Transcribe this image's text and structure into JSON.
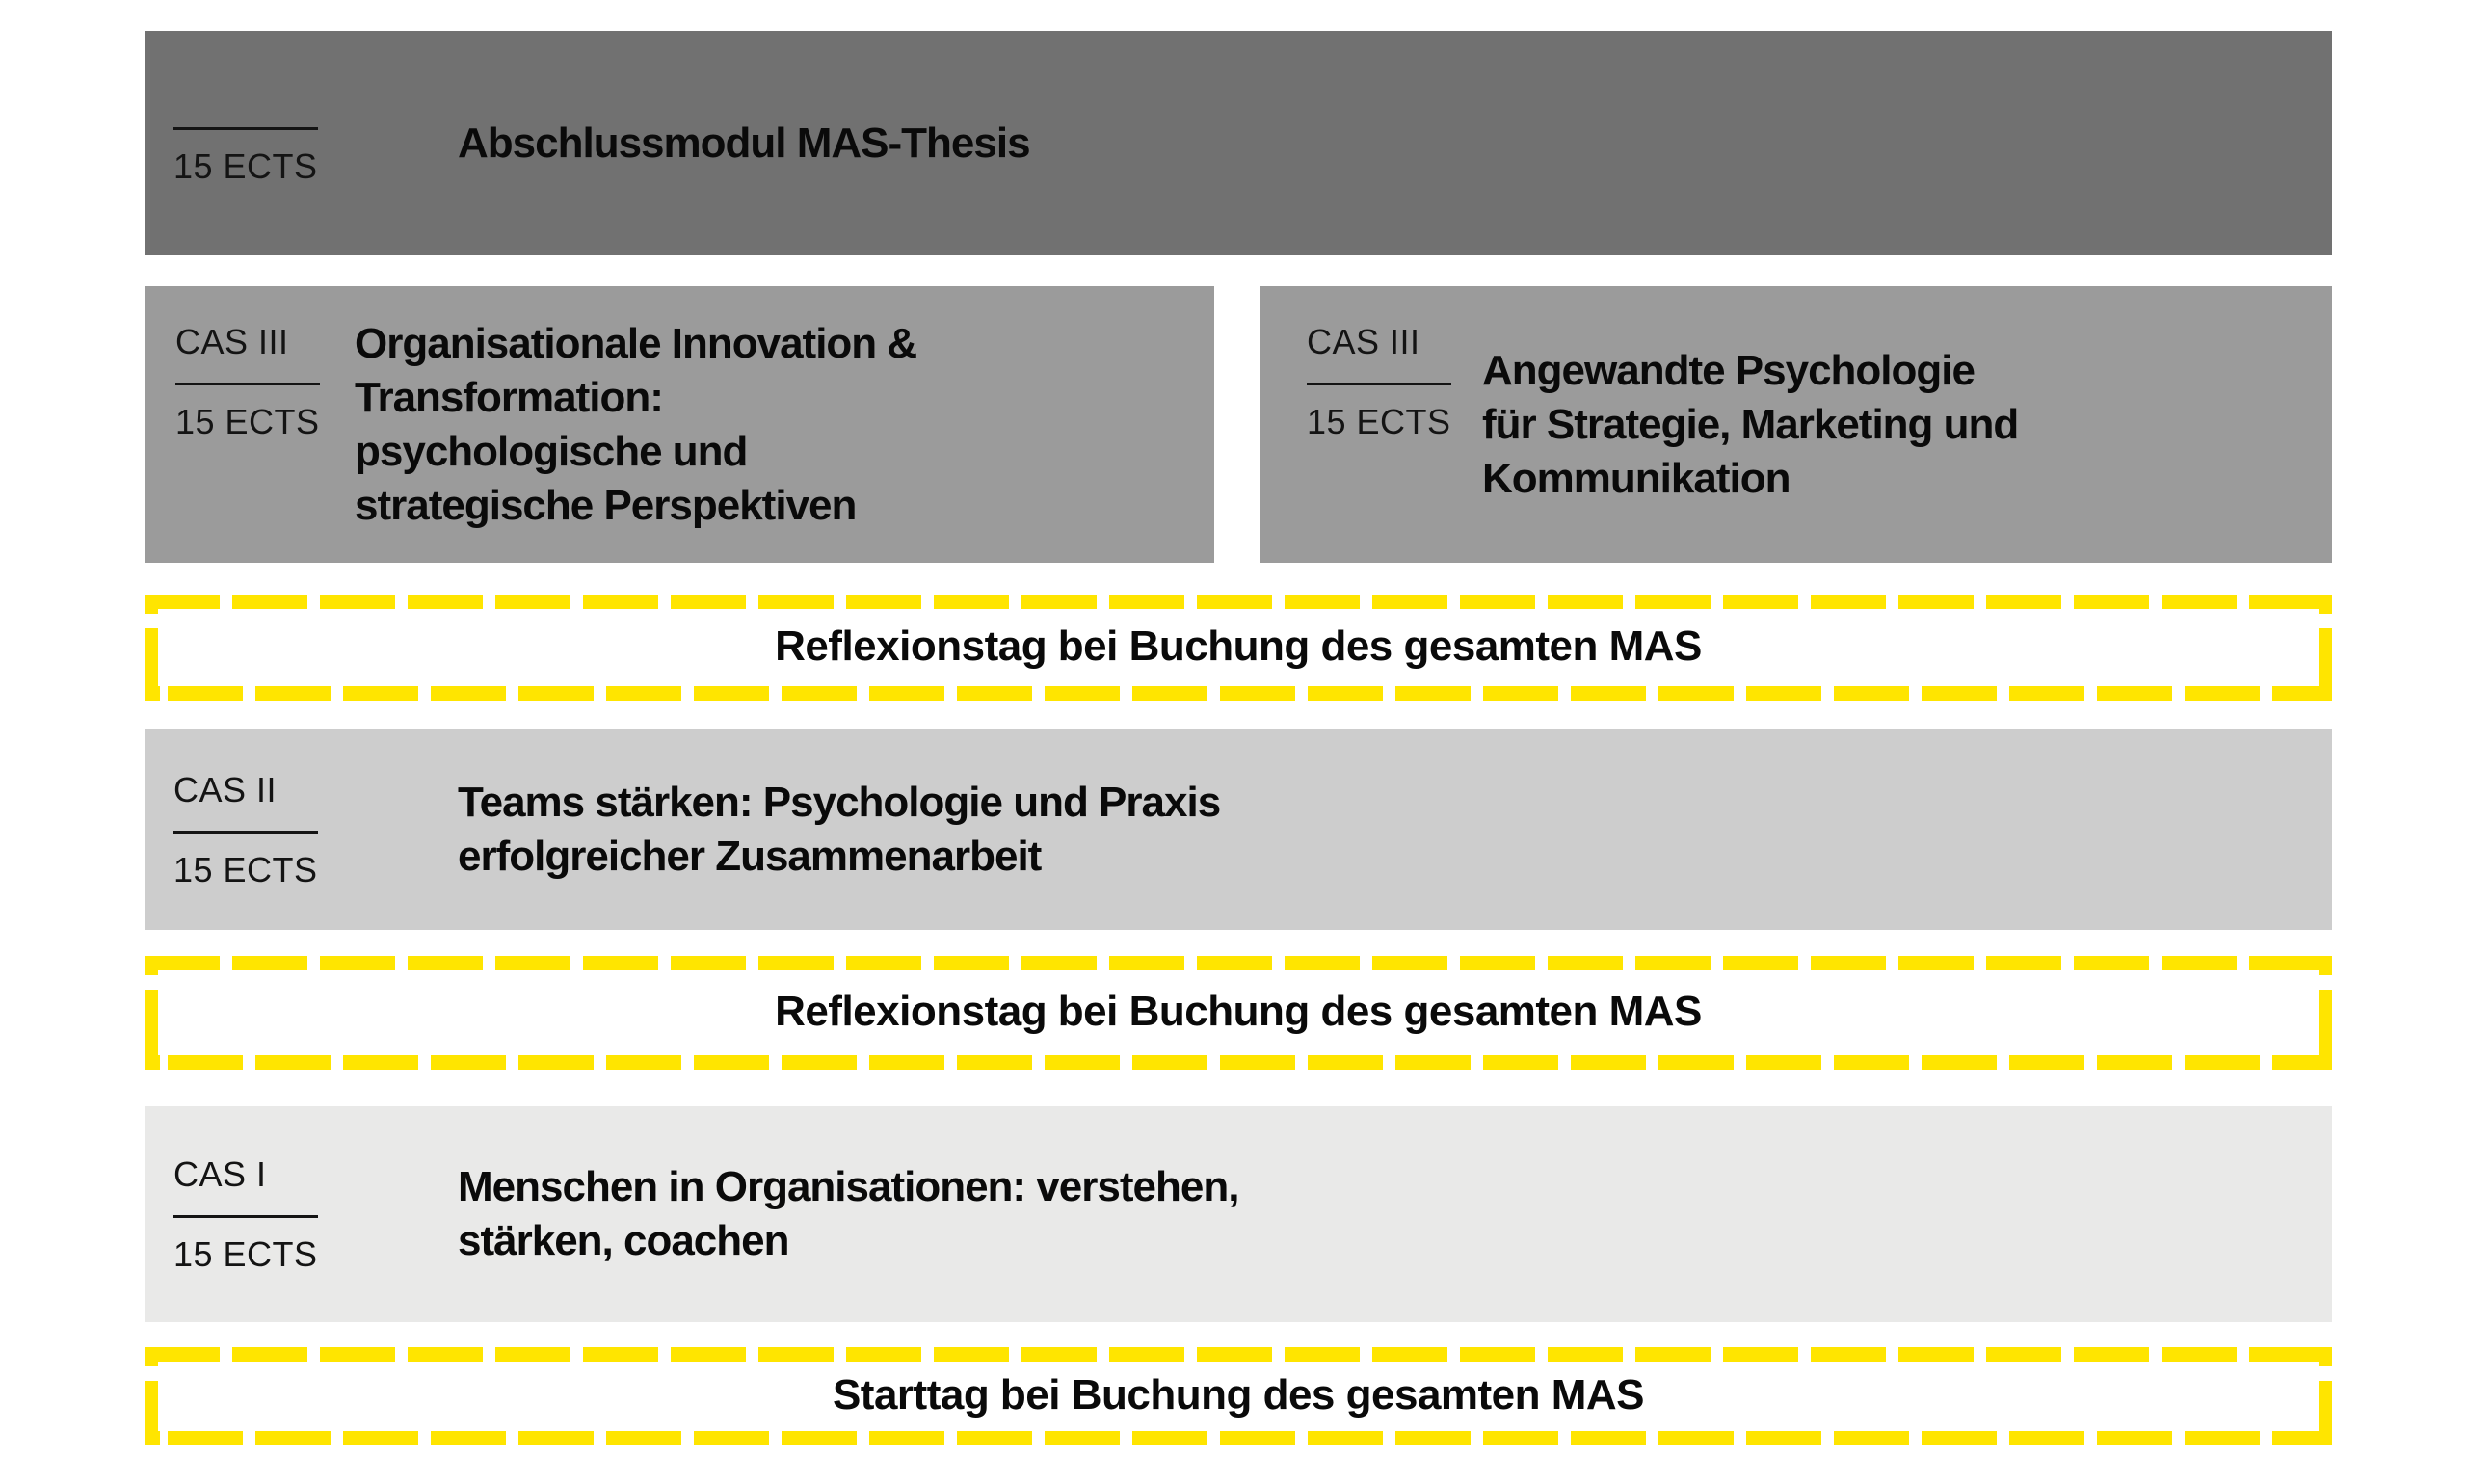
{
  "palette": {
    "module_thesis_bg": "#717171",
    "module_cas3_bg": "#9b9b9b",
    "module_cas2_bg": "#cdcdcd",
    "module_cas1_bg": "#e9e9e8",
    "banner_dash_yellow": "#ffe500",
    "text": "#0a0a0a"
  },
  "modules": [
    {
      "id": "thesis",
      "ects": "15 ECTS",
      "title_lines": [
        "Abschlussmodul MAS-Thesis"
      ]
    },
    {
      "id": "cas-iii-left",
      "cas": "CAS III",
      "ects": "15 ECTS",
      "title_lines": [
        "Organisationale Innovation &",
        "Transformation:",
        "psychologische und",
        "strategische Perspektiven"
      ]
    },
    {
      "id": "cas-iii-right",
      "cas": "CAS III",
      "ects": "15 ECTS",
      "title_lines": [
        "Angewandte Psychologie",
        "für Strategie, Marketing und",
        "Kommunikation"
      ]
    },
    {
      "id": "cas-ii",
      "cas": "CAS II",
      "ects": "15 ECTS",
      "title_lines": [
        "Teams stärken: Psychologie und Praxis",
        "erfolgreicher Zusammenarbeit"
      ]
    },
    {
      "id": "cas-i",
      "cas": "CAS I",
      "ects": "15 ECTS",
      "title_lines": [
        "Menschen in Organisationen: verstehen,",
        "stärken, coachen"
      ]
    }
  ],
  "banners": [
    {
      "id": "reflexionstag-upper",
      "text": "Reflexionstag bei Buchung des gesamten MAS"
    },
    {
      "id": "reflexionstag-lower",
      "text": "Reflexionstag bei Buchung des gesamten MAS"
    },
    {
      "id": "starttag",
      "text": "Starttag bei Buchung des gesamten MAS"
    }
  ]
}
